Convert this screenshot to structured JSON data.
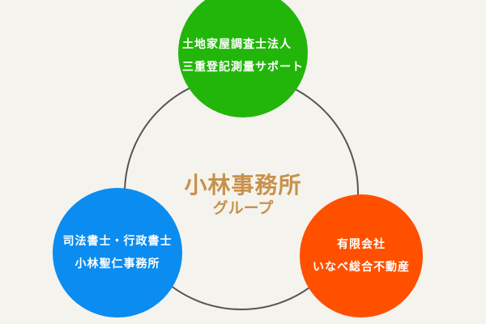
{
  "center": {
    "title": "小林事務所",
    "subtitle": "グループ"
  },
  "nodes": [
    {
      "line1": "土地家屋調査士法人",
      "line2": "三重登記測量サポート",
      "color": "#22b60a"
    },
    {
      "line1": "司法書士・行政書士",
      "line2": "小林聖仁事務所",
      "color": "#0a8cf0"
    },
    {
      "line1": "有限会社",
      "line2": "いなべ総合不動産",
      "color": "#ff5000"
    }
  ],
  "colors": {
    "background": "#f4f3ee",
    "title": "#c8914a",
    "ring": "#555555"
  }
}
